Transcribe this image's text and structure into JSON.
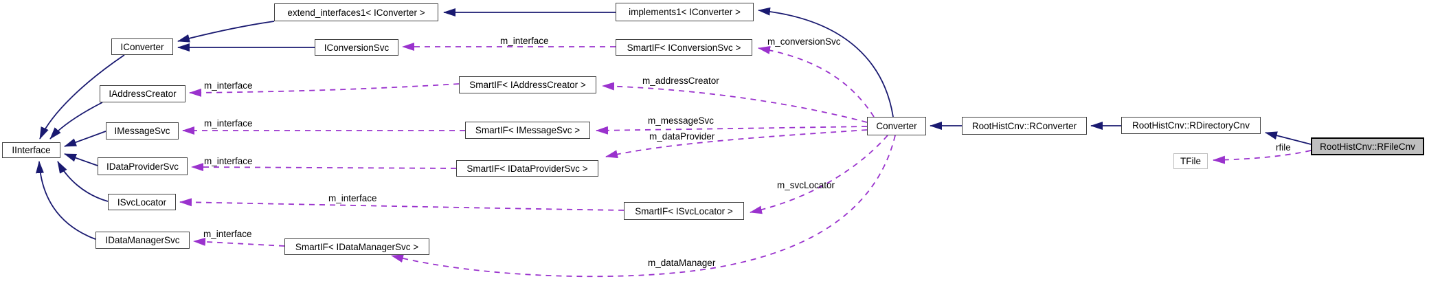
{
  "diagram": {
    "type": "doxygen-collaboration-graph",
    "selected_node": "RootHistCnv::RFileCnv",
    "colors": {
      "inheritance_edge": "#191970",
      "usage_edge": "#9a32cd",
      "node_border": "#404040",
      "node_background": "#ffffff",
      "selected_node_background": "#bfbfbf",
      "selected_node_border": "#000000",
      "external_node_border": "#bebebe",
      "text": "#000000",
      "background": "#ffffff"
    },
    "nodes": {
      "iInterface": {
        "label": "IInterface"
      },
      "iConverter": {
        "label": "IConverter"
      },
      "extendInterfaces1": {
        "label": "extend_interfaces1< IConverter >"
      },
      "implements1": {
        "label": "implements1< IConverter >"
      },
      "iConversionSvc": {
        "label": "IConversionSvc"
      },
      "smartIfIConversionSvc": {
        "label": "SmartIF< IConversionSvc >"
      },
      "iAddressCreator": {
        "label": "IAddressCreator"
      },
      "smartIfIAddressCreator": {
        "label": "SmartIF< IAddressCreator >"
      },
      "iMessageSvc": {
        "label": "IMessageSvc"
      },
      "smartIfIMessageSvc": {
        "label": "SmartIF< IMessageSvc >"
      },
      "iDataProviderSvc": {
        "label": "IDataProviderSvc"
      },
      "smartIfIDataProviderSvc": {
        "label": "SmartIF< IDataProviderSvc >"
      },
      "iSvcLocator": {
        "label": "ISvcLocator"
      },
      "smartIfISvcLocator": {
        "label": "SmartIF< ISvcLocator >"
      },
      "iDataManagerSvc": {
        "label": "IDataManagerSvc"
      },
      "smartIfIDataManagerSvc": {
        "label": "SmartIF< IDataManagerSvc >"
      },
      "converter": {
        "label": "Converter"
      },
      "rConverter": {
        "label": "RootHistCnv::RConverter"
      },
      "rDirectoryCnv": {
        "label": "RootHistCnv::RDirectoryCnv"
      },
      "rFileCnv": {
        "label": "RootHistCnv::RFileCnv"
      },
      "tFile": {
        "label": "TFile"
      }
    },
    "edgeLabels": {
      "convSvcInterface": "m_interface",
      "addrInterface": "m_interface",
      "msgInterface": "m_interface",
      "dataProvInterface": "m_interface",
      "svcLocInterface": "m_interface",
      "dataMgrInterface": "m_interface",
      "conversionSvc": "m_conversionSvc",
      "addressCreator": "m_addressCreator",
      "messageSvc": "m_messageSvc",
      "dataProvider": "m_dataProvider",
      "svcLocator": "m_svcLocator",
      "dataManager": "m_dataManager",
      "rfile": "rfile"
    },
    "relations": {
      "inheritance": [
        {
          "from": "implements1< IConverter >",
          "to": "extend_interfaces1< IConverter >"
        },
        {
          "from": "extend_interfaces1< IConverter >",
          "to": "IConverter"
        },
        {
          "from": "IConversionSvc",
          "to": "IConverter"
        },
        {
          "from": "IConverter",
          "to": "IInterface"
        },
        {
          "from": "IAddressCreator",
          "to": "IInterface"
        },
        {
          "from": "IMessageSvc",
          "to": "IInterface"
        },
        {
          "from": "IDataProviderSvc",
          "to": "IInterface"
        },
        {
          "from": "ISvcLocator",
          "to": "IInterface"
        },
        {
          "from": "IDataManagerSvc",
          "to": "IInterface"
        },
        {
          "from": "Converter",
          "to": "implements1< IConverter >"
        },
        {
          "from": "RootHistCnv::RConverter",
          "to": "Converter"
        },
        {
          "from": "RootHistCnv::RDirectoryCnv",
          "to": "RootHistCnv::RConverter"
        },
        {
          "from": "RootHistCnv::RFileCnv",
          "to": "RootHistCnv::RDirectoryCnv"
        }
      ],
      "usage": [
        {
          "from": "SmartIF< IConversionSvc >",
          "to": "IConversionSvc",
          "label": "m_interface"
        },
        {
          "from": "SmartIF< IAddressCreator >",
          "to": "IAddressCreator",
          "label": "m_interface"
        },
        {
          "from": "SmartIF< IMessageSvc >",
          "to": "IMessageSvc",
          "label": "m_interface"
        },
        {
          "from": "SmartIF< IDataProviderSvc >",
          "to": "IDataProviderSvc",
          "label": "m_interface"
        },
        {
          "from": "SmartIF< ISvcLocator >",
          "to": "ISvcLocator",
          "label": "m_interface"
        },
        {
          "from": "SmartIF< IDataManagerSvc >",
          "to": "IDataManagerSvc",
          "label": "m_interface"
        },
        {
          "from": "Converter",
          "to": "SmartIF< IConversionSvc >",
          "label": "m_conversionSvc"
        },
        {
          "from": "Converter",
          "to": "SmartIF< IAddressCreator >",
          "label": "m_addressCreator"
        },
        {
          "from": "Converter",
          "to": "SmartIF< IMessageSvc >",
          "label": "m_messageSvc"
        },
        {
          "from": "Converter",
          "to": "SmartIF< IDataProviderSvc >",
          "label": "m_dataProvider"
        },
        {
          "from": "Converter",
          "to": "SmartIF< ISvcLocator >",
          "label": "m_svcLocator"
        },
        {
          "from": "Converter",
          "to": "SmartIF< IDataManagerSvc >",
          "label": "m_dataManager"
        },
        {
          "from": "RootHistCnv::RFileCnv",
          "to": "TFile",
          "label": "rfile"
        }
      ]
    }
  }
}
